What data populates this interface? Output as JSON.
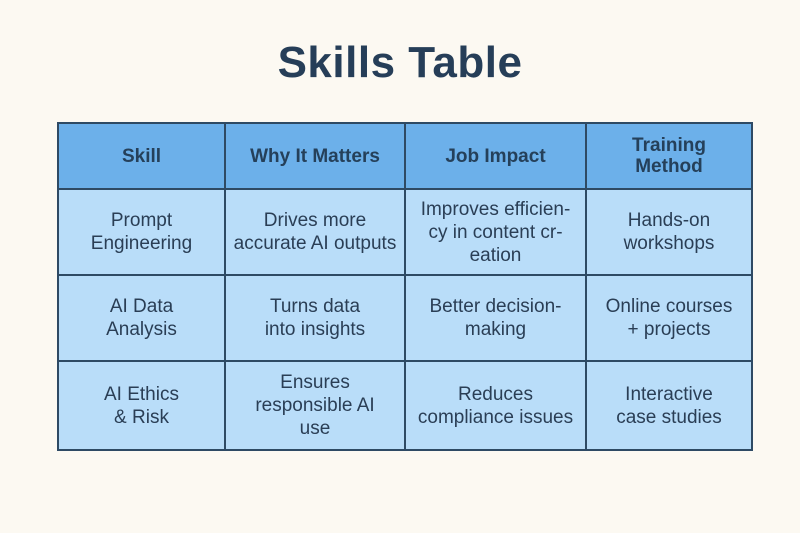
{
  "title": "Skills Table",
  "headers": [
    "Skill",
    "Why It Matters",
    "Job Impact",
    "Training\nMethod"
  ],
  "rows": [
    [
      "Prompt\nEngineering",
      "Drives more\naccurate AI outputs",
      "Improves efficien-\ncy in content cr-\neation",
      "Hands-on\nworkshops"
    ],
    [
      "AI Data\nAnalysis",
      "Turns data\ninto insights",
      "Better decision-\nmaking",
      "Online courses\n+ projects"
    ],
    [
      "AI Ethics\n& Risk",
      "Ensures\nresponsible AI\nuse",
      "Reduces\ncompliance issues",
      "Interactive\ncase studies"
    ]
  ],
  "colors": {
    "header_bg": "#6cb0ea",
    "cell_bg": "#b9ddf9",
    "border": "#2e4a64",
    "page_bg": "#fcf9f2"
  }
}
